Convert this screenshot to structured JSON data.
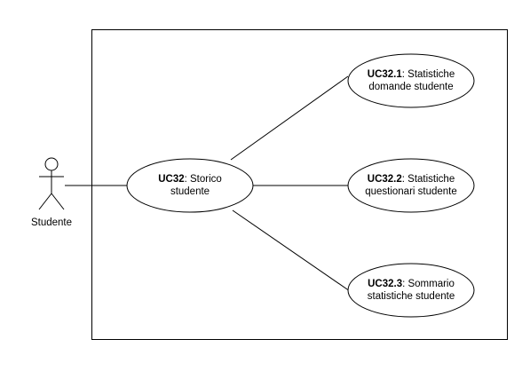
{
  "actor": {
    "name": "Studente"
  },
  "main_use_case": {
    "id": "UC32",
    "text_line1": ": Storico",
    "text_line2": "studente"
  },
  "use_cases": [
    {
      "id": "UC32.1",
      "text_line1": ": Statistiche",
      "text_line2": "domande studente"
    },
    {
      "id": "UC32.2",
      "text_line1": ": Statistiche",
      "text_line2": "questionari studente"
    },
    {
      "id": "UC32.3",
      "text_line1": ": Sommario",
      "text_line2": "statistiche studente"
    }
  ],
  "colors": {
    "stroke": "#000000",
    "fill": "#ffffff"
  }
}
